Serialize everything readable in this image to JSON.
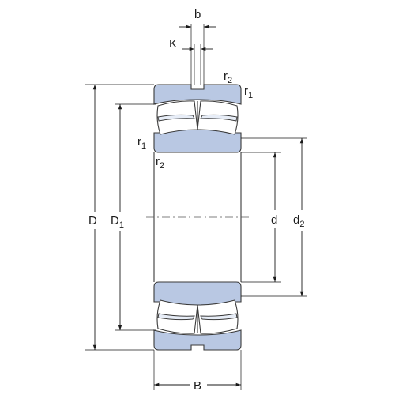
{
  "colors": {
    "ring_fill": "#b9c8e3",
    "line": "#3a3a3a",
    "text": "#1a1a1a"
  },
  "labels": {
    "b": "b",
    "K": "K",
    "r2_top": {
      "base": "r",
      "sub": "2"
    },
    "r1_top": {
      "base": "r",
      "sub": "1"
    },
    "r1_left": {
      "base": "r",
      "sub": "1"
    },
    "r2_left": {
      "base": "r",
      "sub": "2"
    },
    "D": "D",
    "D1": {
      "base": "D",
      "sub": "1"
    },
    "d": "d",
    "d2": {
      "base": "d",
      "sub": "2"
    },
    "B": "B"
  }
}
